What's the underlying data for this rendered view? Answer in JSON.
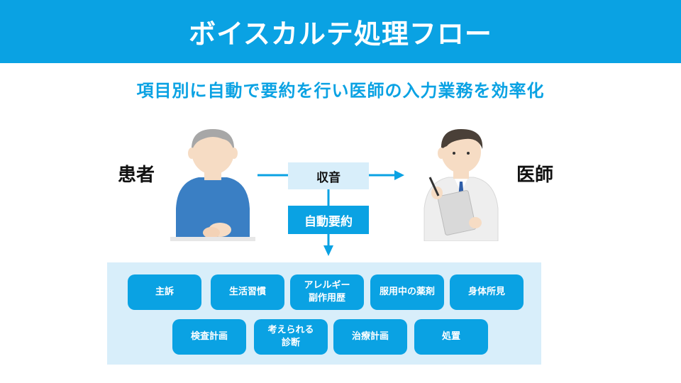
{
  "header": {
    "title": "ボイスカルテ処理フロー"
  },
  "subtitle": "項目別に自動で要約を行い医師の入力業務を効率化",
  "patient": {
    "label": "患者"
  },
  "doctor": {
    "label": "医師"
  },
  "flow": {
    "record_label": "収音",
    "summary_label": "自動要約"
  },
  "categories": [
    "主訴",
    "生活習慣",
    "アレルギー\n副作用歴",
    "服用中の薬剤",
    "身体所見",
    "検査計画",
    "考えられる\n診断",
    "治療計画",
    "処置"
  ],
  "colors": {
    "accent": "#0aa2e3",
    "light": "#d8eefa",
    "patient_shirt": "#3a7fc4",
    "doctor_hair": "#4a4038",
    "patient_hair": "#a7a7a7"
  }
}
